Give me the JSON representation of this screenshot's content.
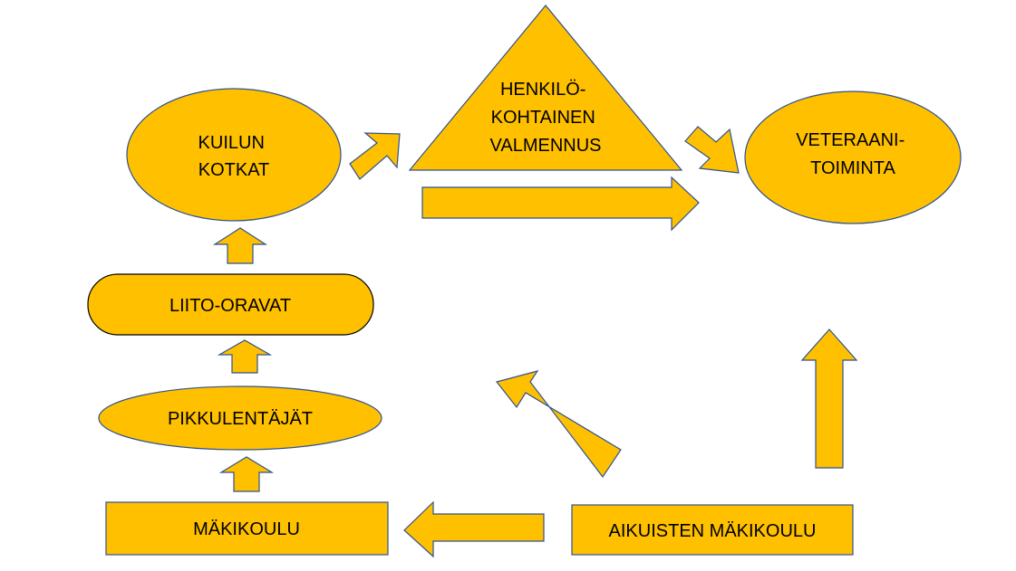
{
  "colors": {
    "fill": "#FFC000",
    "stroke": "#2F528F",
    "text": "#000000"
  },
  "nodes": {
    "kuilun_kotkat": {
      "lines": [
        "KUILUN",
        "KOTKAT"
      ]
    },
    "henkilokohtainen_valmennus": {
      "lines": [
        "HENKILÖ-",
        "KOHTAINEN",
        "VALMENNUS"
      ]
    },
    "veteraanitoiminta": {
      "lines": [
        "VETERAANI-",
        "TOIMINTA"
      ]
    },
    "liito_oravat": {
      "lines": [
        "LIITO-ORAVAT"
      ]
    },
    "pikkulentajat": {
      "lines": [
        "PIKKULENTÄJÄT"
      ]
    },
    "makikoulu": {
      "lines": [
        "MÄKIKOULU"
      ]
    },
    "aikuisten_makikoulu": {
      "lines": [
        "AIKUISTEN MÄKIKOULU"
      ]
    }
  }
}
